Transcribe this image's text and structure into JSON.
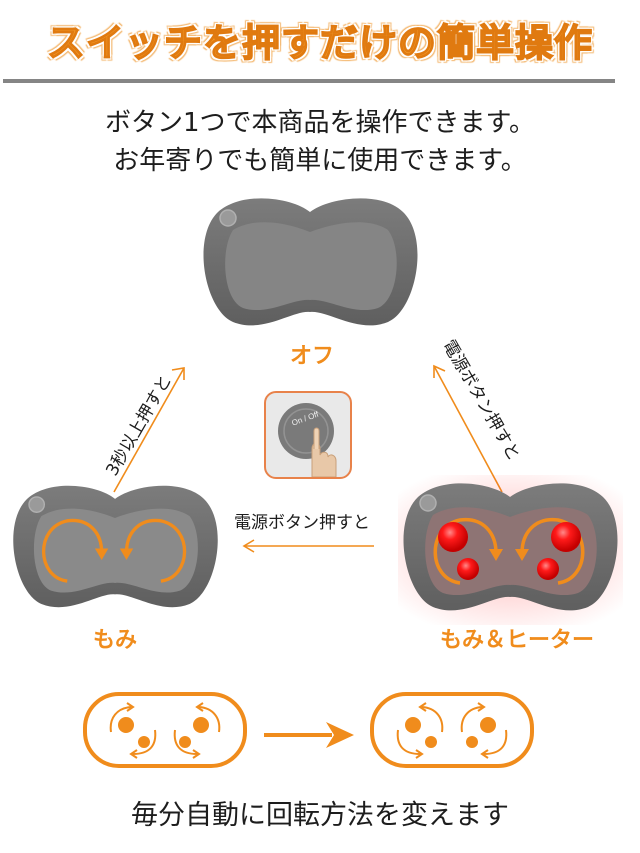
{
  "header": {
    "title": "スイッチを押すだけの簡単操作"
  },
  "intro": {
    "line1": "ボタン1つで本商品を操作できます。",
    "line2": "お年寄りでも簡単に使用できます。"
  },
  "states": {
    "off": {
      "label": "オフ"
    },
    "massage": {
      "label": "もみ"
    },
    "massage_heater": {
      "label": "もみ＆ヒーター"
    }
  },
  "transitions": {
    "massage_to_off": "3秒以上押すと",
    "heater_to_off": "電源ボタン押すと",
    "heater_to_massage": "電源ボタン押すと"
  },
  "button": {
    "label": "On / Off"
  },
  "footer": {
    "text": "毎分自動に回転方法を変えます"
  },
  "colors": {
    "accent": "#f08c1c",
    "title_fill": "#f39a2a",
    "rule": "#858585",
    "device_body": "#6f6f6f",
    "heater_red": "#ff1a1a",
    "card_border": "#e8824a"
  },
  "icons": {
    "power_button": "on-off-button-icon",
    "rotation": "rotation-arrow-icon",
    "transition_arrow": "arrow-icon"
  }
}
